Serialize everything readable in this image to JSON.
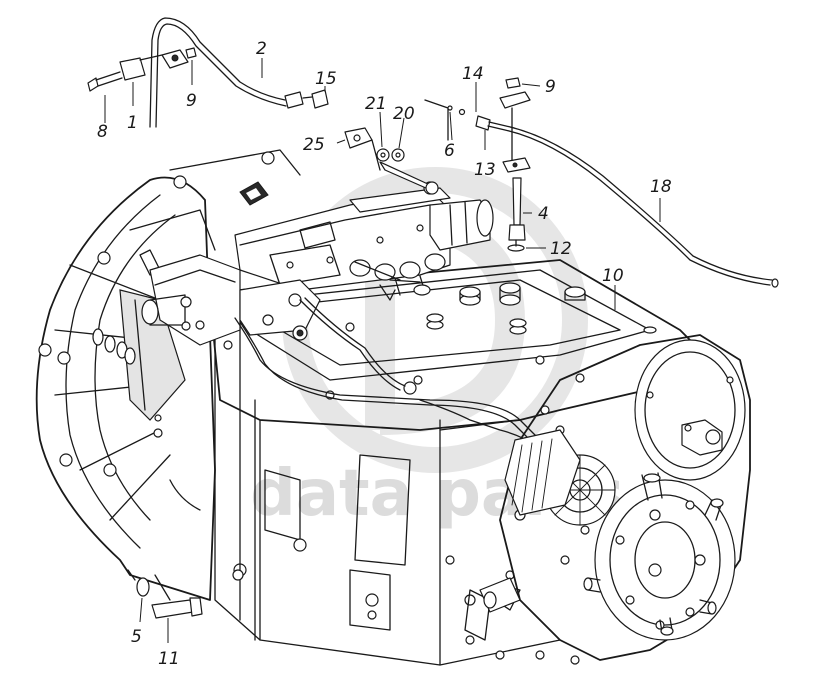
{
  "diagram": {
    "watermark": {
      "text": "data parts",
      "color": "#d0d0d0"
    },
    "callouts": [
      {
        "id": "c1",
        "label": "1"
      },
      {
        "id": "c2",
        "label": "2"
      },
      {
        "id": "c4",
        "label": "4"
      },
      {
        "id": "c5",
        "label": "5"
      },
      {
        "id": "c6",
        "label": "6"
      },
      {
        "id": "c8",
        "label": "8"
      },
      {
        "id": "c9a",
        "label": "9"
      },
      {
        "id": "c9b",
        "label": "9"
      },
      {
        "id": "c10",
        "label": "10"
      },
      {
        "id": "c11",
        "label": "11"
      },
      {
        "id": "c12",
        "label": "12"
      },
      {
        "id": "c13",
        "label": "13"
      },
      {
        "id": "c14",
        "label": "14"
      },
      {
        "id": "c15",
        "label": "15"
      },
      {
        "id": "c18",
        "label": "18"
      },
      {
        "id": "c20",
        "label": "20"
      },
      {
        "id": "c21",
        "label": "21"
      },
      {
        "id": "c25",
        "label": "25"
      }
    ],
    "line_color": "#1a1a1a"
  }
}
